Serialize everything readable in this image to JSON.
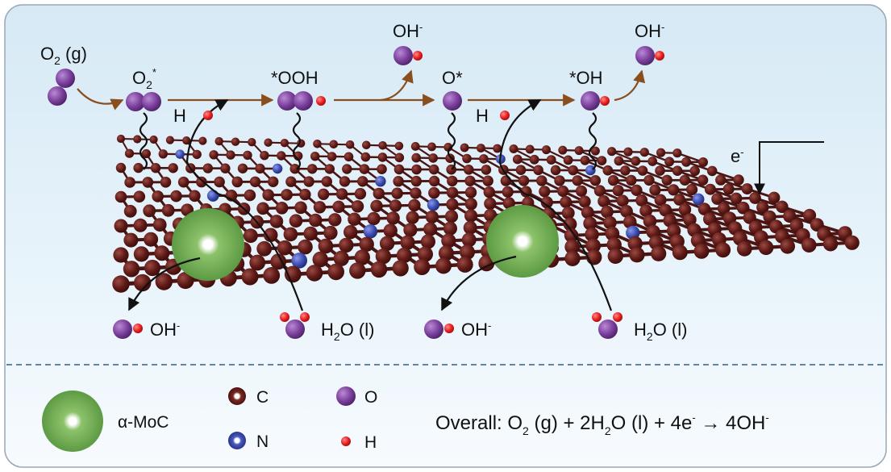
{
  "species": {
    "o2_gas": {
      "main": "O",
      "sub": "2",
      "rest": " (g)"
    },
    "o2_ads": {
      "main": "O",
      "sub": "2",
      "sup": "*"
    },
    "ooh_ads": "*OOH",
    "o_ads": "O*",
    "oh_ads": "*OH",
    "oh_release": {
      "main": "OH",
      "sup": "-"
    },
    "h_label": "H",
    "electron": {
      "main": "e",
      "sup": "-"
    },
    "bottom_oh": {
      "main": "OH",
      "sup": "-"
    },
    "bottom_water": {
      "main": "H",
      "sub": "2",
      "rest": "O (l)"
    }
  },
  "legend": {
    "moc": "α-MoC",
    "c": "C",
    "n": "N",
    "o": "O",
    "h": "H"
  },
  "overall": {
    "prefix": "Overall: O",
    "sub1": "2",
    "mid1": " (g) + 2H",
    "sub2": "2",
    "mid2": "O (l) + 4e",
    "sup": "-",
    "arrow": " → 4OH",
    "sup2": "-"
  },
  "colors": {
    "panel_top": "#d9ebf6",
    "panel_bottom": "#f6fbfe",
    "carbon": "#5e1a16",
    "nitrogen": "#3b4cb0",
    "oxygen": "#7a3f9c",
    "hydrogen": "#e81f1f",
    "moc": "#6aa84f",
    "flow_arrow": "#8a4f1e",
    "divider": "#2f5f8a"
  }
}
